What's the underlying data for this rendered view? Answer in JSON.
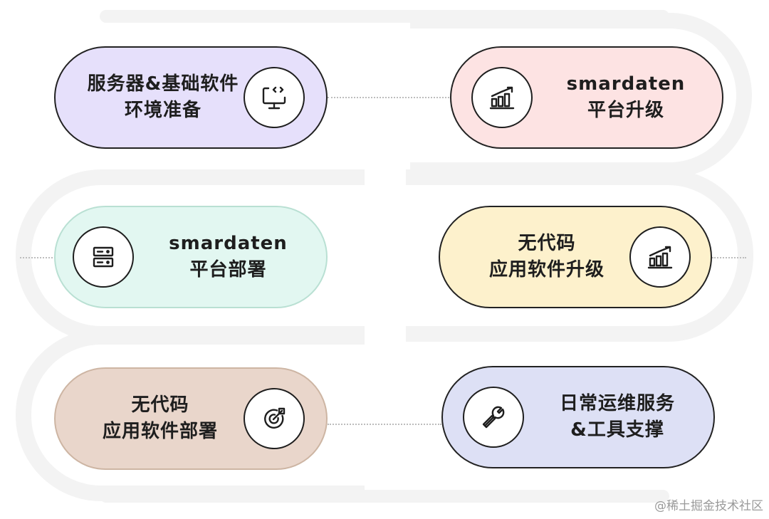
{
  "colors": {
    "purple": "#e6e0fb",
    "pink": "#fde3e3",
    "mint": "#e2f7f1",
    "yellow": "#fdf1cc",
    "tan": "#e9d6cb",
    "lavender": "#dde0f5",
    "track": "#f3f3f3"
  },
  "steps": [
    {
      "id": "server",
      "line1": "服务器&基础软件",
      "line2": "环境准备",
      "icon": "monitor-code-icon"
    },
    {
      "id": "upgrade",
      "line1": "smardaten",
      "line2": "平台升级",
      "icon": "bar-chart-up-icon"
    },
    {
      "id": "deploy",
      "line1": "smardaten",
      "line2": "平台部署",
      "icon": "server-rack-icon"
    },
    {
      "id": "nocode-upgrade",
      "line1": "无代码",
      "line2": "应用软件升级",
      "icon": "bar-chart-up-icon"
    },
    {
      "id": "nocode-deploy",
      "line1": "无代码",
      "line2": "应用软件部署",
      "icon": "target-arrow-icon"
    },
    {
      "id": "ops",
      "line1": "日常运维服务",
      "line2": "&工具支撑",
      "icon": "wrench-icon"
    }
  ],
  "watermark": "@稀土掘金技术社区"
}
